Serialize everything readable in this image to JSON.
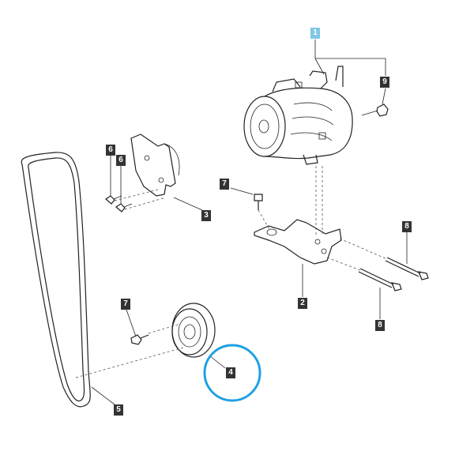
{
  "callouts": [
    {
      "id": "label-1",
      "text": "1",
      "selected": true
    },
    {
      "id": "label-9",
      "text": "9"
    },
    {
      "id": "label-6a",
      "text": "6"
    },
    {
      "id": "label-6b",
      "text": "6"
    },
    {
      "id": "label-3",
      "text": "3"
    },
    {
      "id": "label-7a",
      "text": "7"
    },
    {
      "id": "label-8a",
      "text": "8"
    },
    {
      "id": "label-2",
      "text": "2"
    },
    {
      "id": "label-8b",
      "text": "8"
    },
    {
      "id": "label-7b",
      "text": "7"
    },
    {
      "id": "label-4",
      "text": "4"
    },
    {
      "id": "label-5",
      "text": "5"
    }
  ],
  "colors": {
    "selected_label": "#7ec8e3",
    "label": "#333333",
    "highlight_circle": "#1da1e2"
  }
}
